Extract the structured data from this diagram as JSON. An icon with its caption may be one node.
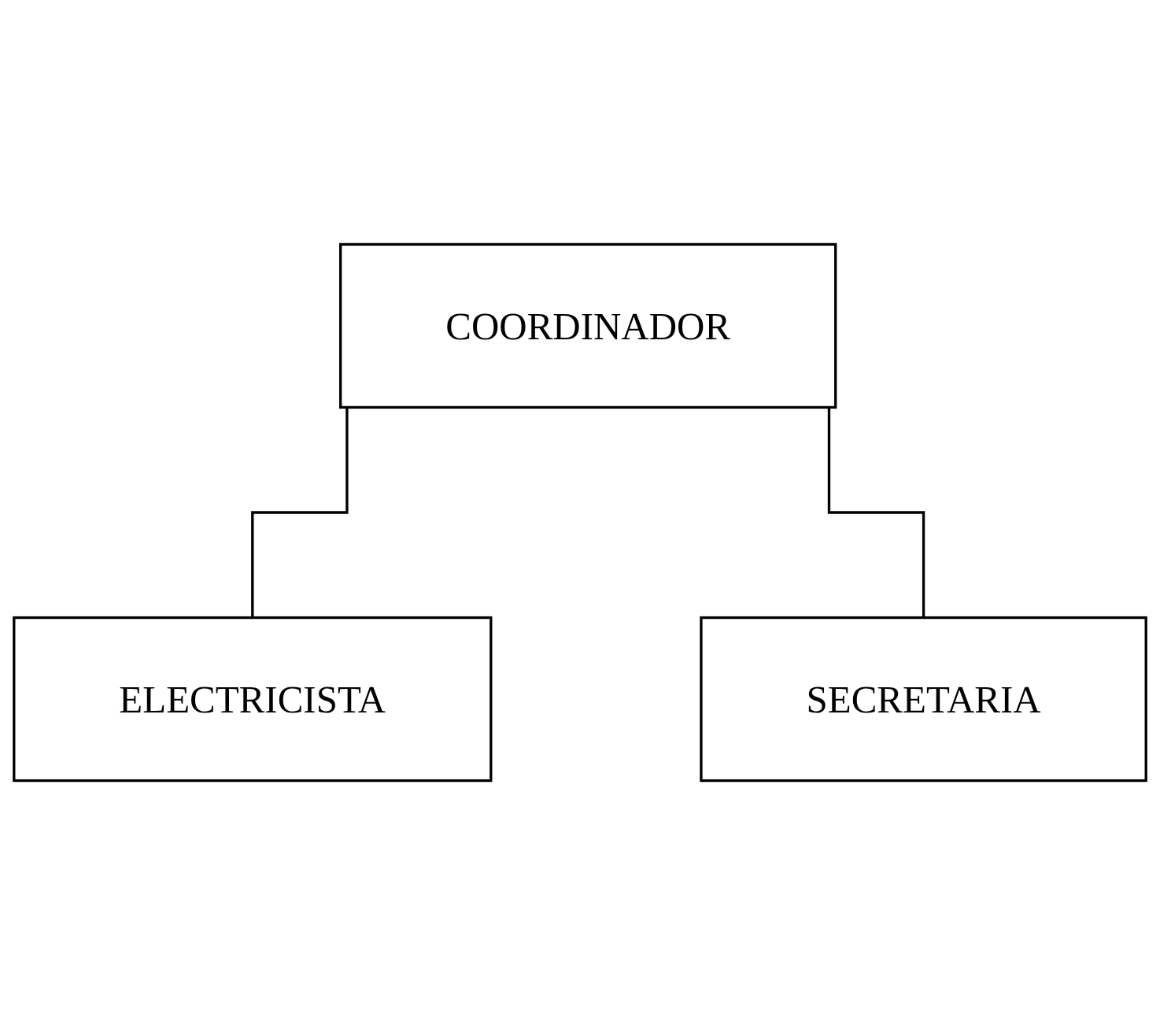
{
  "diagram": {
    "nodes": [
      {
        "text": [
          "COORDINADOR"
        ]
      },
      {
        "text": [
          "SECRETARIA"
        ]
      },
      {
        "text": [
          "ELECTRICISTA"
        ]
      }
    ],
    "edges": [
      {
        "from": 0,
        "to": 2,
        "arrow": "none"
      },
      {
        "from": 0,
        "to": 1,
        "arrow": "none"
      }
    ]
  }
}
